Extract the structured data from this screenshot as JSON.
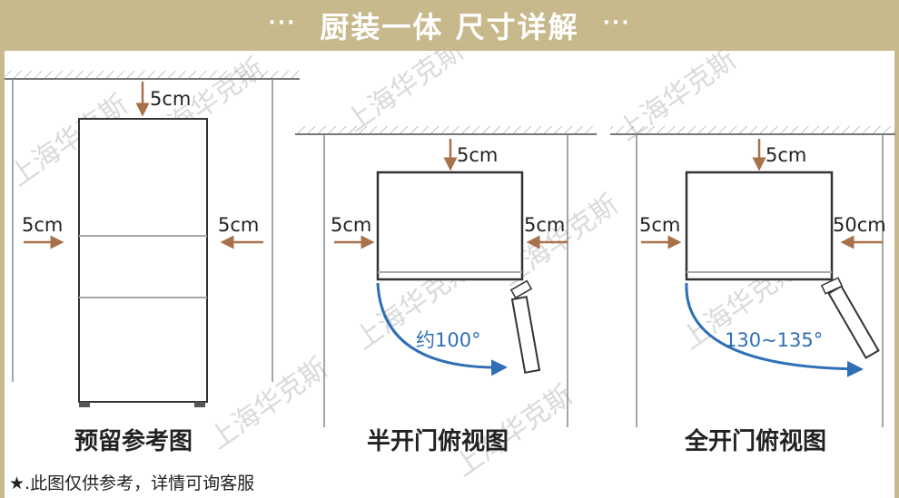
{
  "header": {
    "title": "厨装一体 尺寸详解",
    "left_dots": "···",
    "right_dots": "···"
  },
  "colors": {
    "gold": "#c7b98b",
    "arrow_brown": "#a8714a",
    "swing_blue": "#2f6fb5",
    "line_gray": "#7a7a7a"
  },
  "watermark": "上海华克斯",
  "diagrams": [
    {
      "caption": "预留参考图",
      "top_gap": "5cm",
      "left_gap": "5cm",
      "right_gap": "5cm"
    },
    {
      "caption": "半开门俯视图",
      "top_gap": "5cm",
      "left_gap": "5cm",
      "right_gap": "5cm",
      "angle": "约100°"
    },
    {
      "caption": "全开门俯视图",
      "top_gap": "5cm",
      "left_gap": "5cm",
      "right_gap": "50cm",
      "angle": "130~135°"
    }
  ],
  "footnote": "★.此图仅供参考，详情可询客服"
}
